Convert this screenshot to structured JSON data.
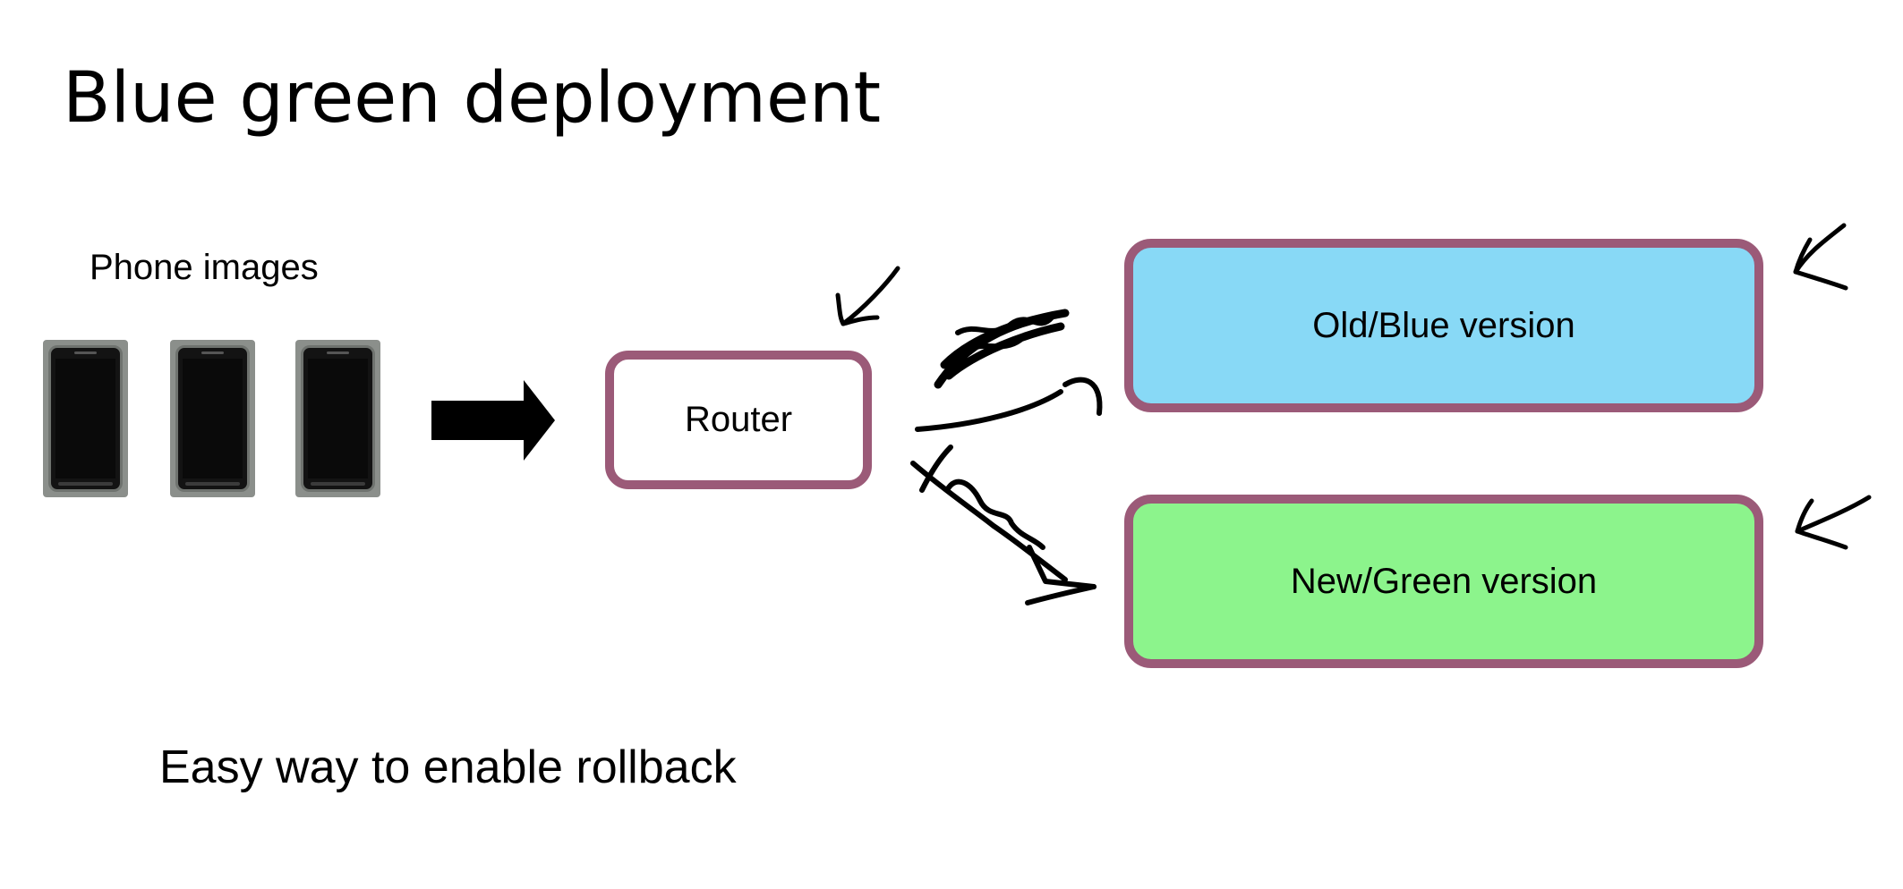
{
  "title": "Blue green deployment",
  "phones": {
    "label": "Phone images",
    "items": [
      "phone",
      "phone",
      "phone"
    ]
  },
  "router": {
    "label": "Router"
  },
  "old_version": {
    "label": "Old/Blue version",
    "fill": "#88d9f6"
  },
  "new_version": {
    "label": "New/Green version",
    "fill": "#8cf48c"
  },
  "box_border_color": "#9b5a78",
  "caption": "Easy way to enable rollback"
}
